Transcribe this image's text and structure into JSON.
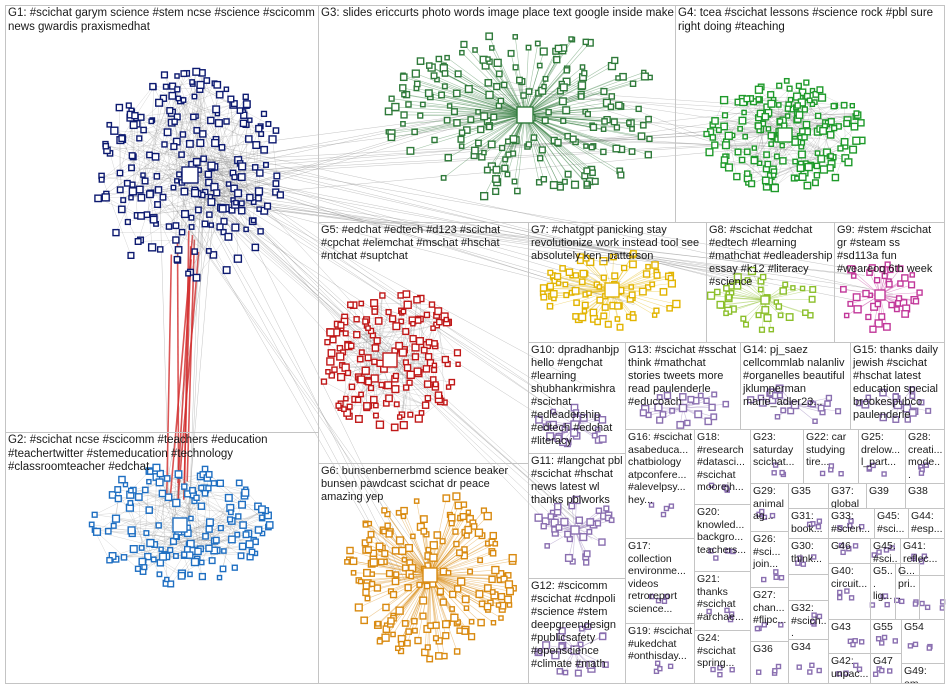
{
  "colors": {
    "G1": "#0d1a70",
    "G2": "#1f6fc2",
    "G3": "#2f7a3a",
    "G4": "#1e9a2a",
    "G5": "#c01818",
    "G6": "#d98a10",
    "G7": "#e2b400",
    "G8": "#8bbf2a",
    "G9": "#c2389a",
    "small": "#8a6fb0",
    "edge": "#8a8a8a",
    "edge_strong": "#d22a2a"
  },
  "groups": [
    {
      "id": "G1",
      "label": "G1: #scichat garym science #stem ncse #science #scicomm news gwardis praxismedhat"
    },
    {
      "id": "G2",
      "label": "G2: #scichat ncse #scicomm #teachers #education #teachertwitter #stemeducation #technology #classroomteacher #edchat"
    },
    {
      "id": "G3",
      "label": "G3: slides ericcurts photo words image place text google inside make"
    },
    {
      "id": "G4",
      "label": "G4: tcea #scichat lessons #science rock #pbl sure right doing #teaching"
    },
    {
      "id": "G5",
      "label": "G5: #edchat #edtech #d123 #scichat #cpchat #elemchat #mschat #hschat #ntchat #suptchat"
    },
    {
      "id": "G6",
      "label": "G6: bunsenbernerbmd science beaker bunsen pawdcast scichat dr peace amazing yep"
    },
    {
      "id": "G7",
      "label": "G7: #chatgpt panicking stay revolutionize work instead tool see absolutely ken_patterson"
    },
    {
      "id": "G8",
      "label": "G8: #scichat #edchat #edtech #learning #mathchat #edleadership essay #k12 #literacy #science"
    },
    {
      "id": "G9",
      "label": "G9: #stem #scichat gr #steam ss #sd113a fun #weareoq 6th week"
    },
    {
      "id": "G10",
      "label": "G10: dpradhanbjp hello #engchat #learning shubhankrmishra #scichat #edleadership #edtech #edchat #literacy"
    },
    {
      "id": "G11",
      "label": "G11: #langchat pbl #scichat #hschat news latest wl thanks pblworks"
    },
    {
      "id": "G12",
      "label": "G12: #scicomm #scichat #cdnpoli #science #stem deepgreendesign #publicsafety #openscience #climate #math"
    },
    {
      "id": "G13",
      "label": "G13: #scichat #sschat think #mathchat stories tweets more read paulenderle #educoach"
    },
    {
      "id": "G14",
      "label": "G14: pj_saez cellcommlab nalanliv #organelles beautiful jklumperman marie_adler23..."
    },
    {
      "id": "G15",
      "label": "G15: thanks daily jewish #scichat #hschat latest education special brookespubco paulenderle"
    },
    {
      "id": "G16",
      "label": "G16: #scichat asabeduca... chatbiology atpconfere... #alevelpsy... hey..."
    },
    {
      "id": "G17",
      "label": "G17: collection environme... videos retroreport science..."
    },
    {
      "id": "G18",
      "label": "G18: #research #datasci... #scichat moorejh..."
    },
    {
      "id": "G19",
      "label": "G19: #scichat #ukedchat #onthisday..."
    },
    {
      "id": "G20",
      "label": "G20: knowled... backgro... teachers..."
    },
    {
      "id": "G21",
      "label": "G21: thanks #scichat #archae..."
    },
    {
      "id": "G22",
      "label": "G22: car studying tire..."
    },
    {
      "id": "G23",
      "label": "G23: saturday scichat..."
    },
    {
      "id": "G24",
      "label": "G24: #scichat spring..."
    },
    {
      "id": "G25",
      "label": "G25: drelow... l_part..."
    },
    {
      "id": "G26",
      "label": "G26: #sci... join..."
    },
    {
      "id": "G27",
      "label": "G27: chan... #flipc..."
    },
    {
      "id": "G28",
      "label": "G28: creati... mode..."
    },
    {
      "id": "G29",
      "label": "G29: animal ag..."
    },
    {
      "id": "G30",
      "label": "G30: think..."
    },
    {
      "id": "G31",
      "label": "G31: book..."
    },
    {
      "id": "G32",
      "label": "G32: #scich..."
    },
    {
      "id": "G33",
      "label": "G33: #scien..."
    },
    {
      "id": "G34",
      "label": "G34"
    },
    {
      "id": "G35",
      "label": "G35"
    },
    {
      "id": "G36",
      "label": "G36"
    },
    {
      "id": "G37",
      "label": "G37: global"
    },
    {
      "id": "G38",
      "label": "G38"
    },
    {
      "id": "G39",
      "label": "G39"
    },
    {
      "id": "G40",
      "label": "G40: circuit..."
    },
    {
      "id": "G41",
      "label": "G41: reflec..."
    },
    {
      "id": "G42",
      "label": "G42: unpac..."
    },
    {
      "id": "G43",
      "label": "G43"
    },
    {
      "id": "G44",
      "label": "G44: #esp..."
    },
    {
      "id": "G45",
      "label": "G45: #sci..."
    },
    {
      "id": "G46",
      "label": "G46"
    },
    {
      "id": "G47",
      "label": "G47"
    },
    {
      "id": "G49",
      "label": "G49: em..."
    },
    {
      "id": "G50",
      "label": "G50: ..."
    },
    {
      "id": "G51",
      "label": "G5... #p..."
    },
    {
      "id": "G52",
      "label": "G5... lig..."
    },
    {
      "id": "G53",
      "label": "G... pri..."
    },
    {
      "id": "G54",
      "label": "G54"
    },
    {
      "id": "G55",
      "label": "G55"
    }
  ]
}
